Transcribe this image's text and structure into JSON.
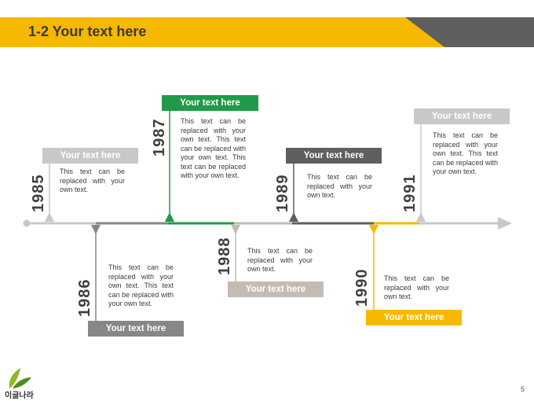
{
  "header": {
    "title": "1-2 Your text here"
  },
  "colors": {
    "accent_yellow": "#f7b800",
    "dark_gray": "#5f5f5f",
    "mid_gray": "#878787",
    "light_gray": "#c8c8c8",
    "green": "#1f9a47",
    "taupe": "#c3bcb3"
  },
  "timeline": [
    {
      "year": "1985",
      "heading": "Your text here",
      "body": "This text can be replaced with your own text."
    },
    {
      "year": "1986",
      "heading": "Your text here",
      "body": "This text can be replaced with your own text. This text can be replaced with your own text."
    },
    {
      "year": "1987",
      "heading": "Your text here",
      "body": "This text can be replaced with your own text. This text can be replaced with your own text. This text can be replaced with your own text."
    },
    {
      "year": "1988",
      "heading": "Your text here",
      "body": "This text can be replaced with your own text."
    },
    {
      "year": "1989",
      "heading": "Your text here",
      "body": "This text can be replaced with your own text."
    },
    {
      "year": "1990",
      "heading": "Your text here",
      "body": "This text can be replaced with your own text."
    },
    {
      "year": "1991",
      "heading": "Your text here",
      "body": "This text can be replaced with your own text. This text can be replaced with your own text."
    }
  ],
  "footer": {
    "logo_text": "이글나라",
    "page_number": "5",
    "logo_icon": "leaf-icon"
  }
}
